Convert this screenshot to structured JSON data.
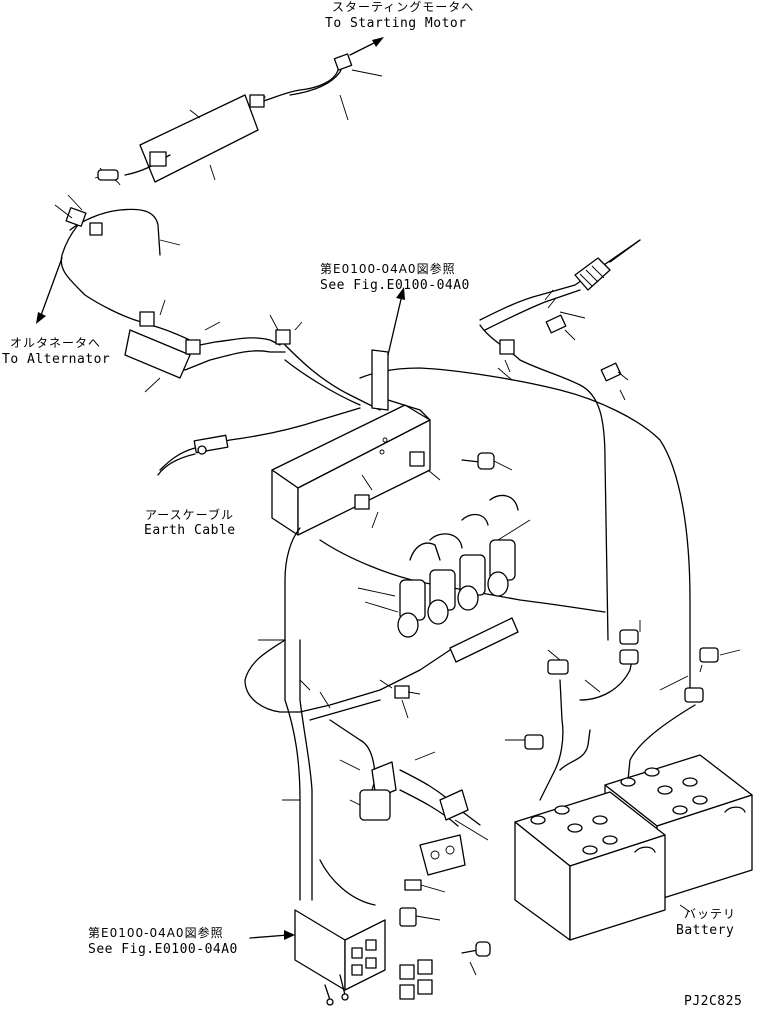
{
  "labels": {
    "starting_motor_jp": "スターティングモータへ",
    "starting_motor_en": "To Starting Motor",
    "alternator_jp": "オルタネータへ",
    "alternator_en": "To Alternator",
    "ref_top_jp": "第E0100-04A0図参照",
    "ref_top_en": "See Fig.E0100-04A0",
    "earth_cable_jp": "アースケーブル",
    "earth_cable_en": "Earth Cable",
    "ref_bottom_jp": "第E0100-04A0図参照",
    "ref_bottom_en": "See Fig.E0100-04A0",
    "battery_jp": "バッテリ",
    "battery_en": "Battery",
    "drawing_code": "PJ2C825"
  }
}
